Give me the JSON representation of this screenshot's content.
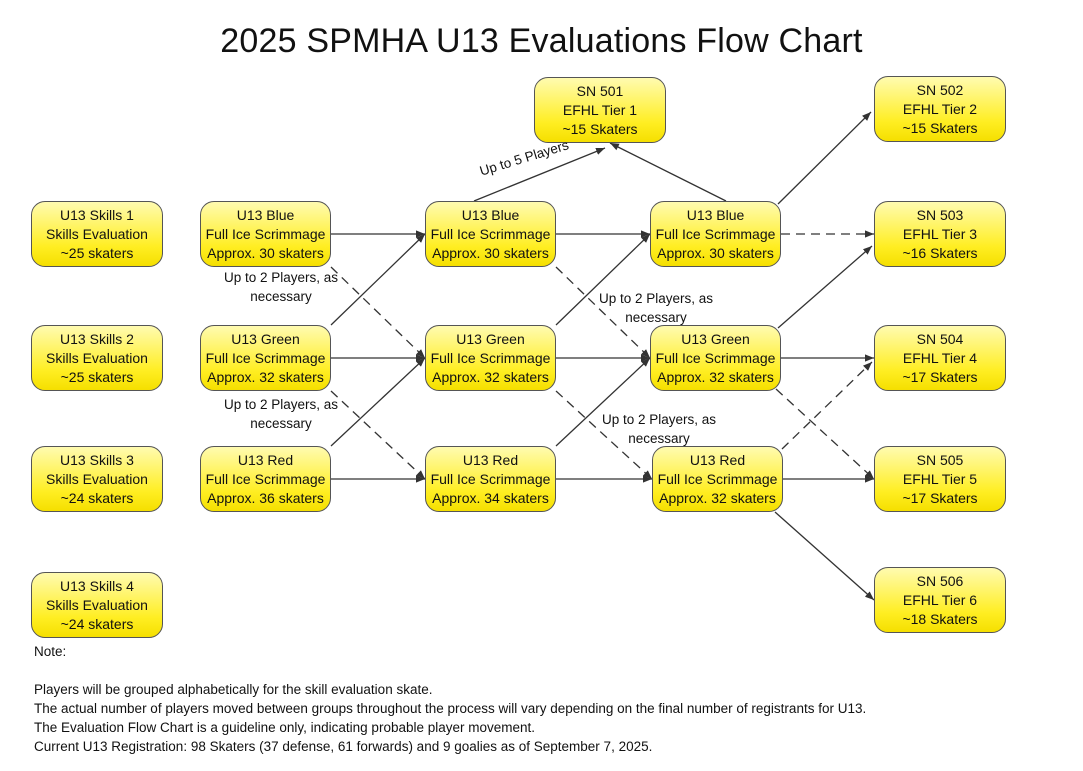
{
  "title": "2025 SPMHA U13 Evaluations Flow Chart",
  "skills": [
    {
      "name": "U13 Skills 1",
      "type": "Skills Evaluation",
      "count": "~25 skaters"
    },
    {
      "name": "U13 Skills 2",
      "type": "Skills Evaluation",
      "count": "~25 skaters"
    },
    {
      "name": "U13 Skills 3",
      "type": "Skills Evaluation",
      "count": "~24 skaters"
    },
    {
      "name": "U13 Skills 4",
      "type": "Skills Evaluation",
      "count": "~24 skaters"
    }
  ],
  "round1": [
    {
      "name": "U13 Blue",
      "type": "Full Ice Scrimmage",
      "count": "Approx. 30 skaters"
    },
    {
      "name": "U13 Green",
      "type": "Full Ice Scrimmage",
      "count": "Approx. 32 skaters"
    },
    {
      "name": "U13 Red",
      "type": "Full Ice Scrimmage",
      "count": "Approx. 36 skaters"
    }
  ],
  "round2": [
    {
      "name": "U13 Blue",
      "type": "Full Ice Scrimmage",
      "count": "Approx.  30 skaters"
    },
    {
      "name": "U13 Green",
      "type": "Full Ice Scrimmage",
      "count": "Approx. 32 skaters"
    },
    {
      "name": "U13 Red",
      "type": "Full Ice Scrimmage",
      "count": "Approx. 34 skaters"
    }
  ],
  "round3": [
    {
      "name": "U13 Blue",
      "type": "Full Ice Scrimmage",
      "count": "Approx. 30 skaters"
    },
    {
      "name": "U13 Green",
      "type": "Full Ice Scrimmage",
      "count": "Approx. 32 skaters"
    },
    {
      "name": "U13 Red",
      "type": "Full Ice Scrimmage",
      "count": "Approx. 32 skaters"
    }
  ],
  "teams": [
    {
      "name": "SN 501",
      "tier": "EFHL Tier 1",
      "count": "~15 Skaters"
    },
    {
      "name": "SN 502",
      "tier": "EFHL Tier 2",
      "count": "~15 Skaters"
    },
    {
      "name": "SN 503",
      "tier": "EFHL Tier 3",
      "count": "~16 Skaters"
    },
    {
      "name": "SN 504",
      "tier": "EFHL Tier 4",
      "count": "~17 Skaters"
    },
    {
      "name": "SN 505",
      "tier": "EFHL Tier 5",
      "count": "~17 Skaters"
    },
    {
      "name": "SN 506",
      "tier": "EFHL Tier 6",
      "count": "~18 Skaters"
    }
  ],
  "edge_labels": {
    "up_to_5": "Up to 5 Players",
    "up_to_2_line1": "Up to 2 Players, as",
    "up_to_2_line2": "necessary"
  },
  "notes": {
    "heading": "Note:",
    "lines": [
      "Players will be grouped alphabetically for the skill evaluation skate.",
      "The actual number of players moved between groups throughout the process will vary depending on the final number of registrants for U13.",
      "The Evaluation Flow Chart is a guideline only, indicating probable player movement.",
      "Current U13 Registration: 98 Skaters (37 defense, 61 forwards) and 9 goalies as of September 7, 2025."
    ]
  }
}
